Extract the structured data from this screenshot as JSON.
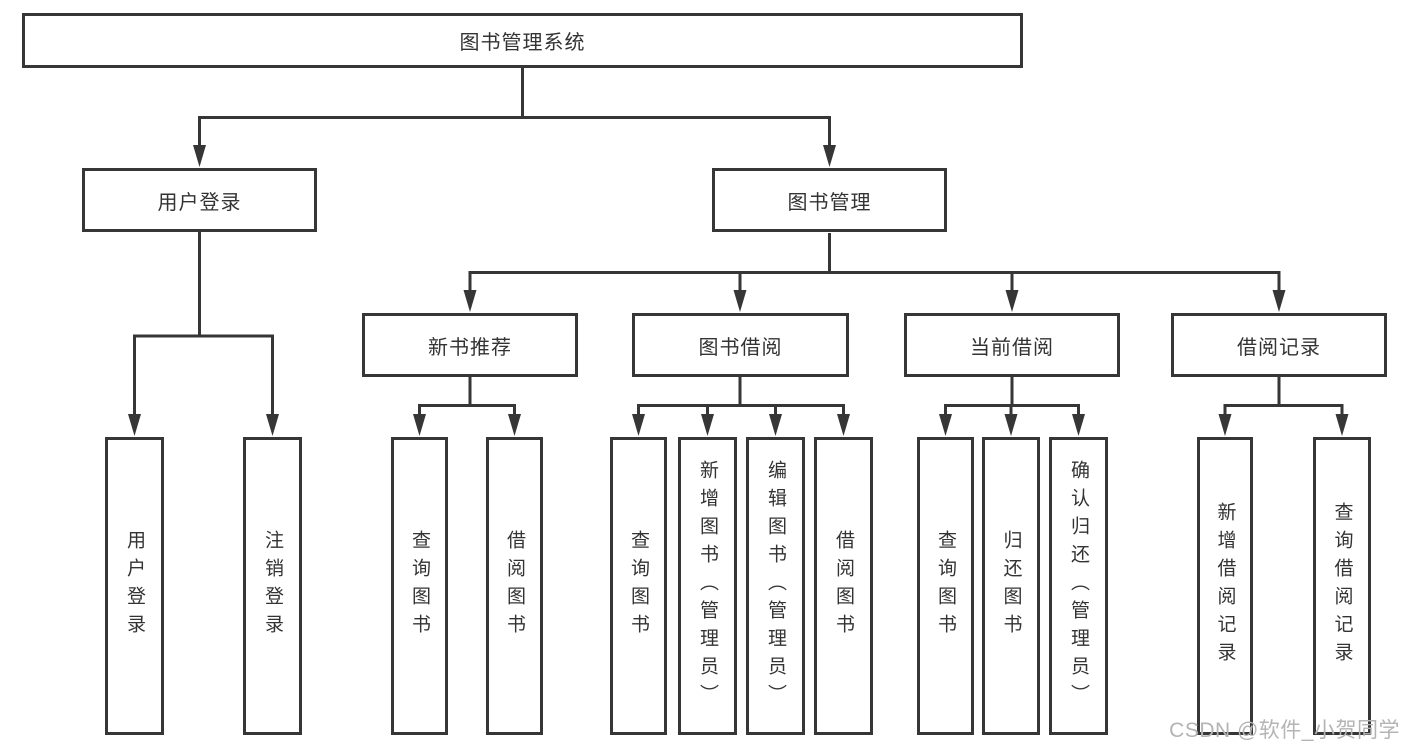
{
  "diagram": {
    "root": {
      "label": "图书管理系统"
    },
    "level2": [
      {
        "id": "user-login",
        "label": "用户登录"
      },
      {
        "id": "book-management",
        "label": "图书管理"
      }
    ],
    "level3": [
      {
        "id": "new-book-recommend",
        "label": "新书推荐"
      },
      {
        "id": "book-borrowing",
        "label": "图书借阅"
      },
      {
        "id": "current-borrowing",
        "label": "当前借阅"
      },
      {
        "id": "borrowing-records",
        "label": "借阅记录"
      }
    ],
    "leaves": [
      {
        "id": "user-login-leaf",
        "label": "用户登录"
      },
      {
        "id": "logout",
        "label": "注销登录"
      },
      {
        "id": "query-books-recommend",
        "label": "查询图书"
      },
      {
        "id": "borrow-books-recommend",
        "label": "借阅图书"
      },
      {
        "id": "query-books-borrowing",
        "label": "查询图书"
      },
      {
        "id": "add-books-admin",
        "label": "新增图书（管理员）"
      },
      {
        "id": "edit-books-admin",
        "label": "编辑图书（管理员）"
      },
      {
        "id": "borrow-books-borrowing",
        "label": "借阅图书"
      },
      {
        "id": "query-books-current",
        "label": "查询图书"
      },
      {
        "id": "return-books",
        "label": "归还图书"
      },
      {
        "id": "confirm-return-admin",
        "label": "确认归还（管理员）"
      },
      {
        "id": "add-borrow-record",
        "label": "新增借阅记录"
      },
      {
        "id": "query-borrow-record",
        "label": "查询借阅记录"
      }
    ],
    "watermark": "CSDN @软件_小贺同学",
    "colors": {
      "line": "#363636",
      "box_fill": "#ffffff",
      "text": "#333333",
      "watermark": "#b4b4b4"
    }
  }
}
